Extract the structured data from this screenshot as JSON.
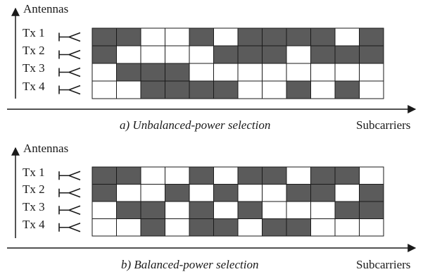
{
  "panels": [
    {
      "ylabel": "Antennas",
      "xlabel": "Subcarriers",
      "caption": "a) Unbalanced-power selection",
      "rows": [
        {
          "label": "Tx 1",
          "cells": [
            1,
            1,
            0,
            0,
            1,
            0,
            1,
            1,
            1,
            1,
            0,
            1
          ]
        },
        {
          "label": "Tx 2",
          "cells": [
            1,
            0,
            0,
            0,
            0,
            1,
            1,
            1,
            0,
            1,
            1,
            1
          ]
        },
        {
          "label": "Tx 3",
          "cells": [
            0,
            1,
            1,
            1,
            0,
            0,
            0,
            0,
            0,
            0,
            0,
            0
          ]
        },
        {
          "label": "Tx 4",
          "cells": [
            0,
            0,
            1,
            1,
            1,
            1,
            0,
            0,
            1,
            0,
            1,
            0
          ]
        }
      ]
    },
    {
      "ylabel": "Antennas",
      "xlabel": "Subcarriers",
      "caption": "b) Balanced-power selection",
      "rows": [
        {
          "label": "Tx 1",
          "cells": [
            1,
            1,
            0,
            0,
            1,
            0,
            1,
            1,
            0,
            1,
            1,
            0
          ]
        },
        {
          "label": "Tx 2",
          "cells": [
            1,
            0,
            0,
            1,
            0,
            1,
            0,
            0,
            1,
            1,
            0,
            1
          ]
        },
        {
          "label": "Tx 3",
          "cells": [
            0,
            1,
            1,
            0,
            1,
            0,
            1,
            0,
            0,
            0,
            1,
            1
          ]
        },
        {
          "label": "Tx 4",
          "cells": [
            0,
            0,
            1,
            0,
            1,
            1,
            0,
            1,
            1,
            0,
            0,
            0
          ]
        }
      ]
    }
  ],
  "colors": {
    "filled": "#5b5b5b",
    "empty": "#ffffff",
    "line": "#1a1a1a"
  }
}
